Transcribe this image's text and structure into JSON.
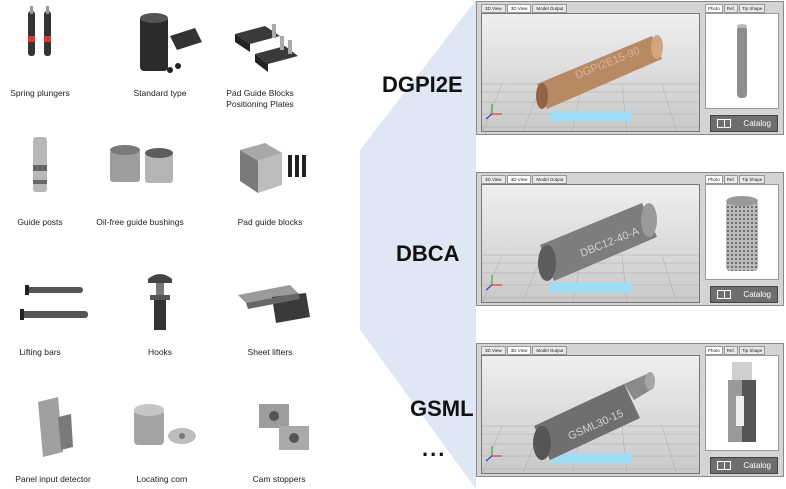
{
  "products": [
    {
      "id": "spring",
      "label": "Spring plungers"
    },
    {
      "id": "standard",
      "label": "Standard type"
    },
    {
      "id": "padplate",
      "label": "Pad Guide Blocks\nPositioning Plates"
    },
    {
      "id": "guideposts",
      "label": "Guide posts"
    },
    {
      "id": "bushings",
      "label": "Oil-free guide bushings"
    },
    {
      "id": "padblocks",
      "label": "Pad guide blocks"
    },
    {
      "id": "lifting",
      "label": "Lifting bars"
    },
    {
      "id": "hooks",
      "label": "Hooks"
    },
    {
      "id": "sheetlifters",
      "label": "Sheet lifters"
    },
    {
      "id": "panel",
      "label": "Panel input detector"
    },
    {
      "id": "locating",
      "label": "Locating corn"
    },
    {
      "id": "cam",
      "label": "Cam stoppers"
    }
  ],
  "models": [
    {
      "name": "DGPI2E",
      "part_text": "DGPI2E15-90",
      "body_color": "#b88a63"
    },
    {
      "name": "DBCA",
      "part_text": "DBC12-40-A",
      "body_color": "#7d7d7d"
    },
    {
      "name": "GSML",
      "part_text": "GSML30-15",
      "body_color": "#6f6f6f"
    }
  ],
  "ellipsis": "...",
  "viewer": {
    "tabs": [
      "3D View",
      "3D View",
      "Model Output"
    ],
    "side_tabs": [
      "Photo",
      "Ref.",
      "Tip Shape"
    ],
    "catalog_label": "Catalog"
  },
  "colors": {
    "funnel": "#dfe7f5",
    "accent_red": "#d63a2a"
  }
}
